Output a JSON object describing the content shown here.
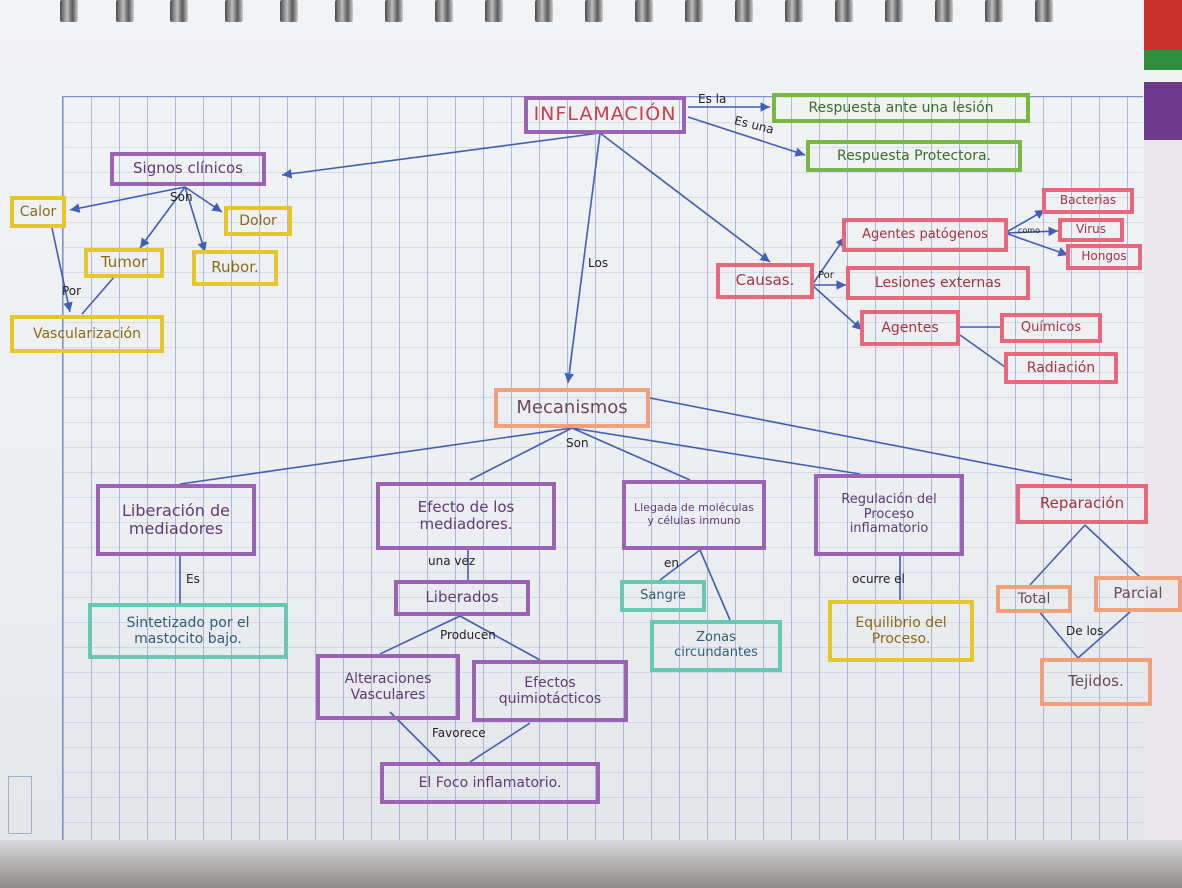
{
  "title": "INFLAMACIÓN",
  "nodes": {
    "respuesta_lesion": "Respuesta ante una lesión",
    "respuesta_protectora": "Respuesta Protectora.",
    "signos": "Signos clínicos",
    "calor": "Calor",
    "dolor": "Dolor",
    "tumor": "Tumor",
    "rubor": "Rubor.",
    "vascularizacion": "Vascularización",
    "causas": "Causas.",
    "agentes_patogenos": "Agentes patógenos",
    "bacterias": "Bacterias",
    "virus": "Virus",
    "hongos": "Hongos",
    "lesiones": "Lesiones externas",
    "agentes": "Agentes",
    "quimicos": "Químicos",
    "radiacion": "Radiación",
    "mecanismos": "Mecanismos",
    "liberacion": "Liberación de mediadores",
    "sintetizado": "Sintetizado por el mastocito bajo.",
    "efecto": "Efecto de los mediadores.",
    "liberados": "Liberados",
    "alteraciones": "Alteraciones Vasculares",
    "efectos_quim": "Efectos quimiotácticos",
    "foco": "El Foco inflamatorio.",
    "llegada": "Llegada de moléculas y células inmuno",
    "sangre": "Sangre",
    "zonas": "Zonas circundantes",
    "regulacion": "Regulación del Proceso inflamatorio",
    "equilibrio": "Equilibrio del Proceso.",
    "reparacion": "Reparación",
    "total": "Total",
    "parcial": "Parcial",
    "tejidos": "Tejidos."
  },
  "links": {
    "es_la": "Es la",
    "es_una": "Es una",
    "son": "Son",
    "por": "Por",
    "los": "Los",
    "por_causas": "Por",
    "como": "como",
    "son_mec": "Son",
    "es": "Es",
    "una_vez": "una vez",
    "producen": "Producen",
    "favorece": "Favorece",
    "en": "en",
    "ocurre_el": "ocurre el",
    "de_los": "De los"
  },
  "colors": {
    "purple": "#9a63b5",
    "yellow": "#e6c62a",
    "green": "#79b843",
    "pink": "#e8677b",
    "orange": "#f1a07a",
    "teal": "#67c8b6",
    "arrows": "#3f5fb8"
  }
}
